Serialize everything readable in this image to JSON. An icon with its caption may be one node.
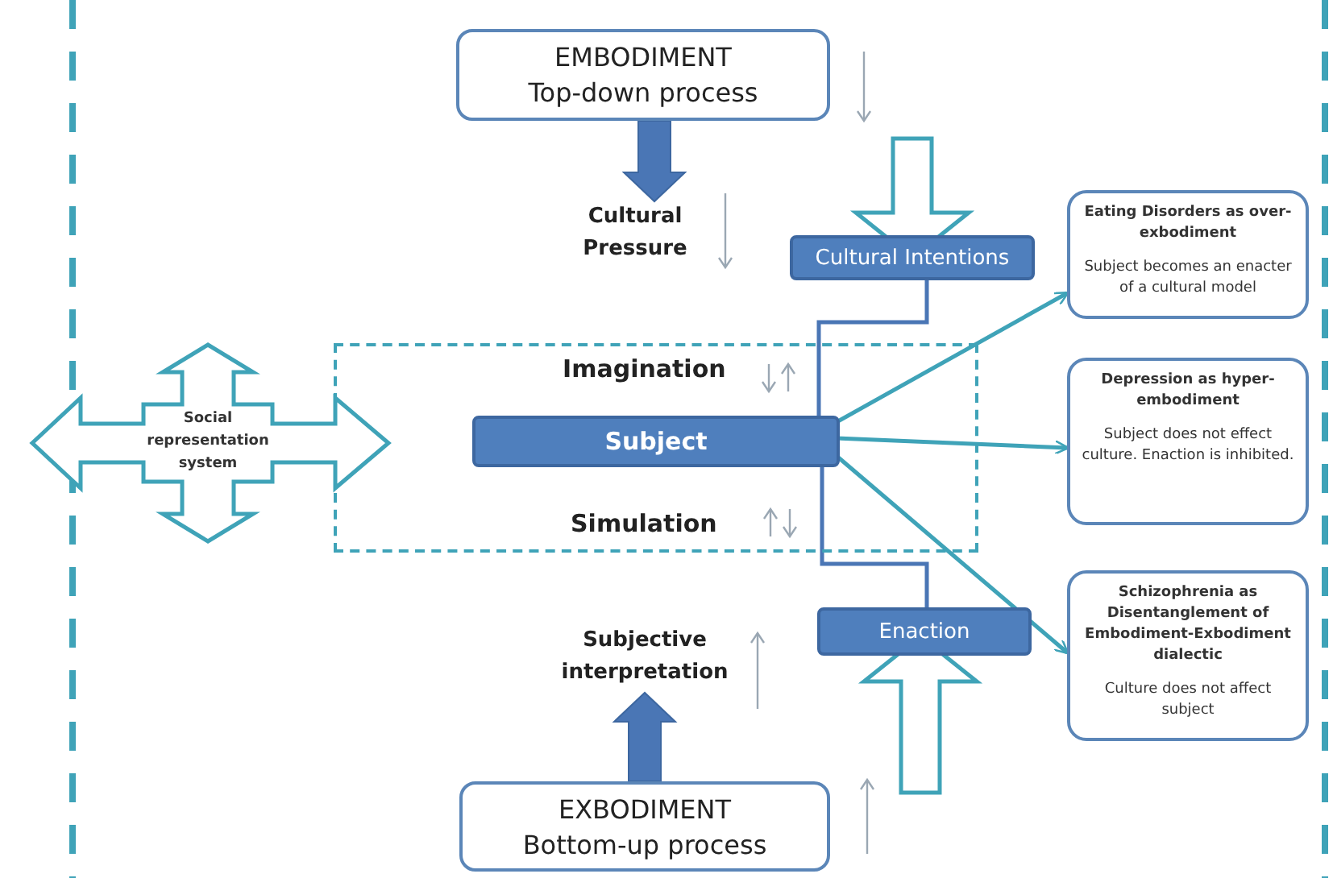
{
  "diagram": {
    "nodes": [
      {
        "text": [
          "EMBODIMENT",
          "Top-down process"
        ]
      },
      {
        "text": [
          "Cultural Pressure"
        ]
      },
      {
        "text": [
          "Cultural Intentions"
        ]
      },
      {
        "text": [
          "Imagination",
          "Simulation"
        ]
      },
      {
        "text": [
          "Subject"
        ],
        "in": 3
      },
      {
        "text": [
          "Social representation system"
        ]
      },
      {
        "text": [
          "Eating Disorders as over-exbodiment",
          "Subject becomes an enacter of a cultural model"
        ]
      },
      {
        "text": [
          "Depression as hyper-embodiment",
          "Subject does not effect culture. Enaction is inhibited."
        ]
      },
      {
        "text": [
          "Schizophrenia as Disentanglement of Embodiment-Exbodiment dialectic",
          "Culture does not affect subject"
        ]
      },
      {
        "text": [
          "Subjective interpretation"
        ]
      },
      {
        "text": [
          "Enaction"
        ]
      },
      {
        "text": [
          "EXBODIMENT",
          "Bottom-up process"
        ]
      }
    ],
    "edges": [
      {
        "from": 0,
        "to": 1,
        "arrow": "to",
        "style": "thick",
        "color": "#4a76b5"
      },
      {
        "from": null,
        "to": 2,
        "arrow": "to",
        "style": "thick"
      },
      {
        "from": 2,
        "to": 4,
        "arrow": "to",
        "color": "#4a76b5"
      },
      {
        "from": 4,
        "to": 6,
        "arrow": "to"
      },
      {
        "from": 4,
        "to": 7,
        "arrow": "to"
      },
      {
        "from": 4,
        "to": 8,
        "arrow": "to"
      },
      {
        "from": 10,
        "to": 4,
        "arrow": "to",
        "color": "#4a76b5"
      },
      {
        "from": 11,
        "to": 9,
        "arrow": "to",
        "style": "thick",
        "color": "#4a76b5"
      },
      {
        "from": null,
        "to": 10,
        "arrow": "to",
        "style": "thick"
      }
    ]
  }
}
